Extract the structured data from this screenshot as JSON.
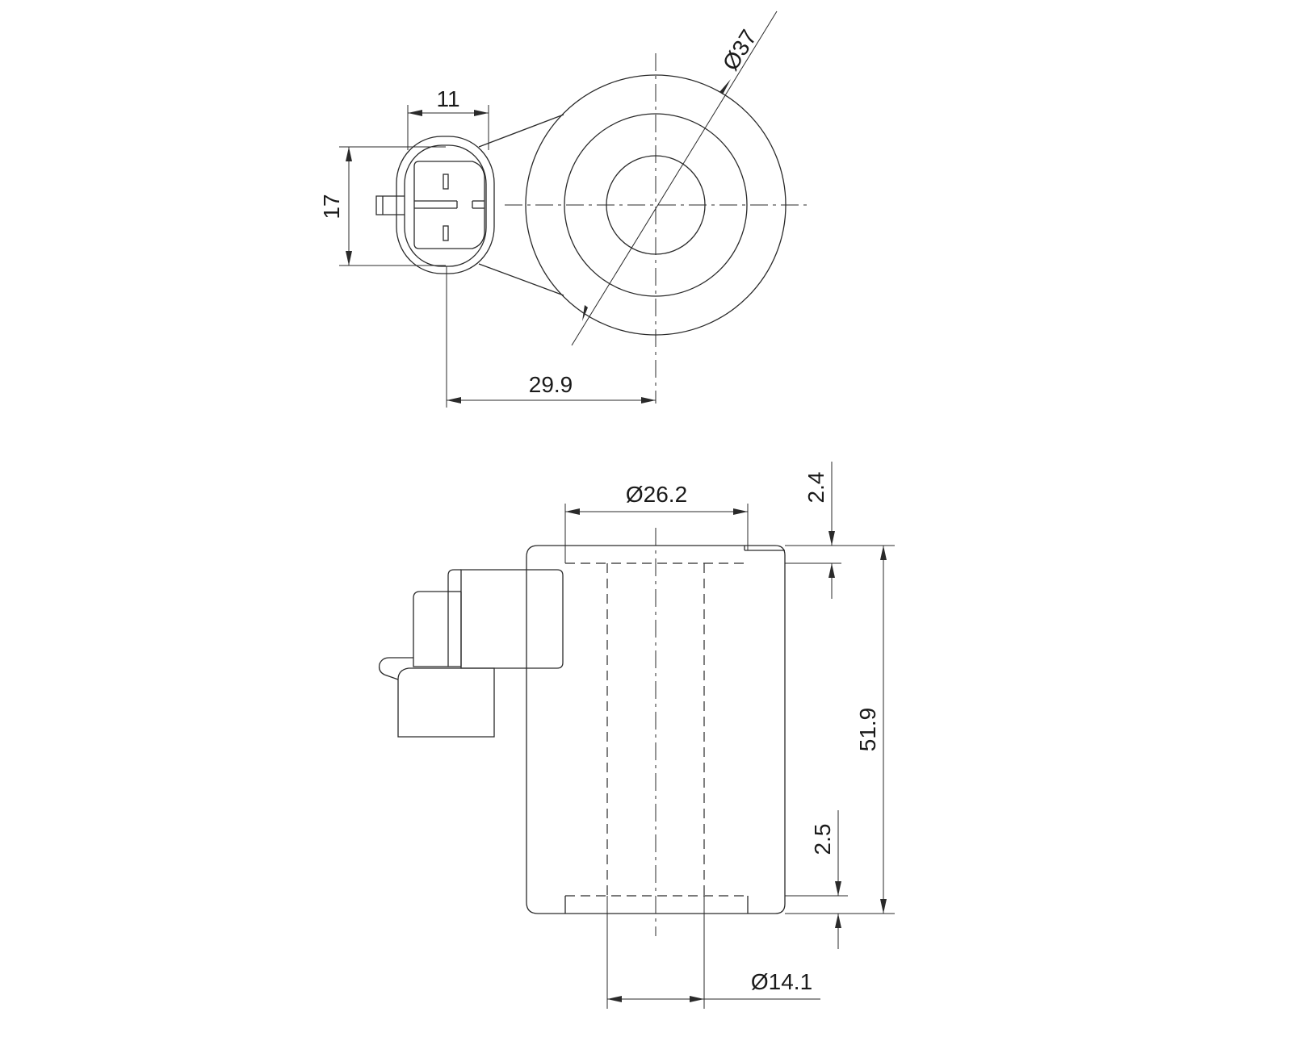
{
  "dimensions": {
    "connector_width": "11",
    "connector_height": "17",
    "coil_outer_diameter": "Ø37",
    "connector_offset": "29.9",
    "flange_diameter": "Ø26.2",
    "top_flange_thickness": "2.4",
    "overall_height": "51.9",
    "bottom_flange_thickness": "2.5",
    "bore_diameter": "Ø14.1"
  },
  "colors": {
    "line": "#2a2a2a",
    "background": "#ffffff"
  }
}
